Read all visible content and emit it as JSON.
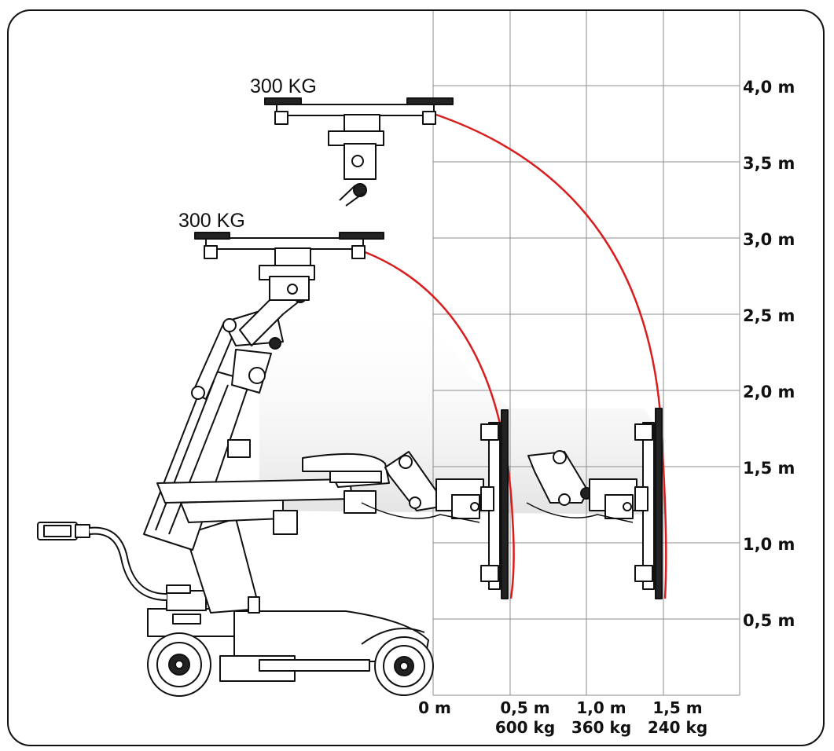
{
  "load_labels": {
    "upper": "300 KG",
    "lower": "300 KG"
  },
  "y_axis": {
    "ticks": [
      "4,0 m",
      "3,5 m",
      "3,0 m",
      "2,5 m",
      "2,0 m",
      "1,5 m",
      "1,0 m",
      "0,5 m"
    ]
  },
  "x_axis": {
    "ticks": [
      {
        "reach": "0 m",
        "capacity": ""
      },
      {
        "reach": "0,5 m",
        "capacity": "600 kg"
      },
      {
        "reach": "1,0 m",
        "capacity": "360 kg"
      },
      {
        "reach": "1,5 m",
        "capacity": "240 kg"
      }
    ]
  },
  "colors": {
    "reach_arc": "#d81e1e",
    "grid": "#8c8c8c",
    "line": "#111111",
    "shading": "#e6e6e6"
  }
}
